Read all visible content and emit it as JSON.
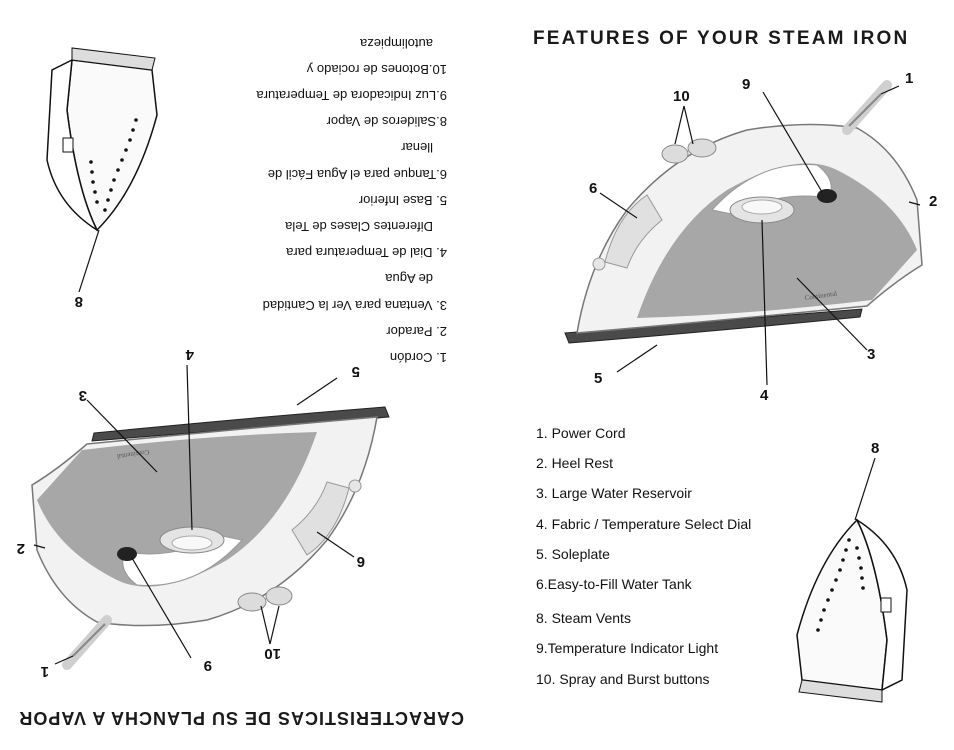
{
  "english": {
    "title": "FEATURES OF YOUR STEAM IRON",
    "features": [
      "1. Power Cord",
      "2. Heel Rest",
      "3. Large Water Reservoir",
      "4. Fabric / Temperature Select Dial",
      "5. Soleplate",
      "6.Easy-to-Fill Water Tank",
      "8. Steam Vents",
      "9.Temperature Indicator Light",
      "10. Spray and Burst buttons"
    ]
  },
  "spanish": {
    "title": "CARACTERISTICAS DE SU PLANCHA A VAPOR",
    "features": [
      "1. Cordón",
      "2. Parador",
      "3. Ventana para Ver la Cantidad",
      "de Agua",
      "4. Dial de Temperatura para",
      "Diferentes Clases de Tela",
      "5. Base Inferior",
      "6.Tanque para el Agua Fácil de",
      "llenar",
      "8.Salideros de Vapor",
      "9.Luz Indicadora de Temperatura",
      "10.Botones de rociado y",
      "autolimpieza"
    ]
  },
  "callouts": {
    "n1": "1",
    "n2": "2",
    "n3": "3",
    "n4": "4",
    "n5": "5",
    "n6": "6",
    "n8": "8",
    "n9": "9",
    "n10": "10"
  },
  "brand": "Continental"
}
